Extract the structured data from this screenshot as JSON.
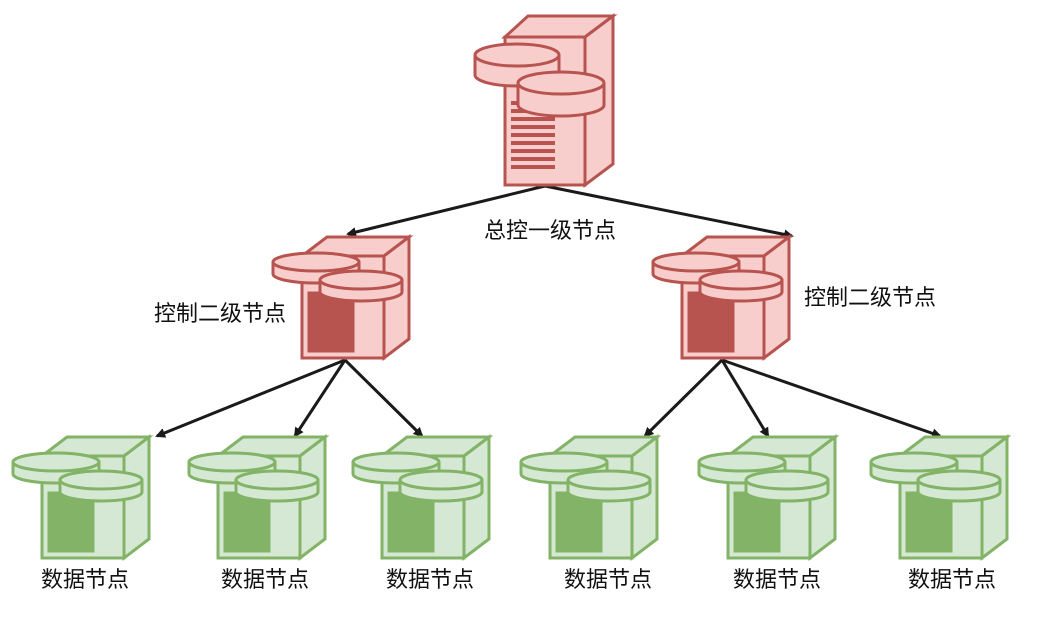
{
  "colors": {
    "top_fill": "#f8cecc",
    "top_stroke": "#b85450",
    "top_dark": "#b85450",
    "leaf_fill": "#d5e8d4",
    "leaf_stroke": "#82b366",
    "leaf_dark": "#82b366",
    "edge": "#1a1a1a"
  },
  "nodes": {
    "root": {
      "label": "总控一级节点",
      "icon": "database-server-icon"
    },
    "control_left": {
      "label": "控制二级节点",
      "icon": "database-server-icon"
    },
    "control_right": {
      "label": "控制二级节点",
      "icon": "database-server-icon"
    },
    "data_1": {
      "label": "数据节点",
      "icon": "database-server-icon"
    },
    "data_2": {
      "label": "数据节点",
      "icon": "database-server-icon"
    },
    "data_3": {
      "label": "数据节点",
      "icon": "database-server-icon"
    },
    "data_4": {
      "label": "数据节点",
      "icon": "database-server-icon"
    },
    "data_5": {
      "label": "数据节点",
      "icon": "database-server-icon"
    },
    "data_6": {
      "label": "数据节点",
      "icon": "database-server-icon"
    }
  },
  "edges": [
    {
      "from": "root",
      "to": "control_left"
    },
    {
      "from": "root",
      "to": "control_right"
    },
    {
      "from": "control_left",
      "to": "data_1"
    },
    {
      "from": "control_left",
      "to": "data_2"
    },
    {
      "from": "control_left",
      "to": "data_3"
    },
    {
      "from": "control_right",
      "to": "data_4"
    },
    {
      "from": "control_right",
      "to": "data_5"
    },
    {
      "from": "control_right",
      "to": "data_6"
    }
  ]
}
